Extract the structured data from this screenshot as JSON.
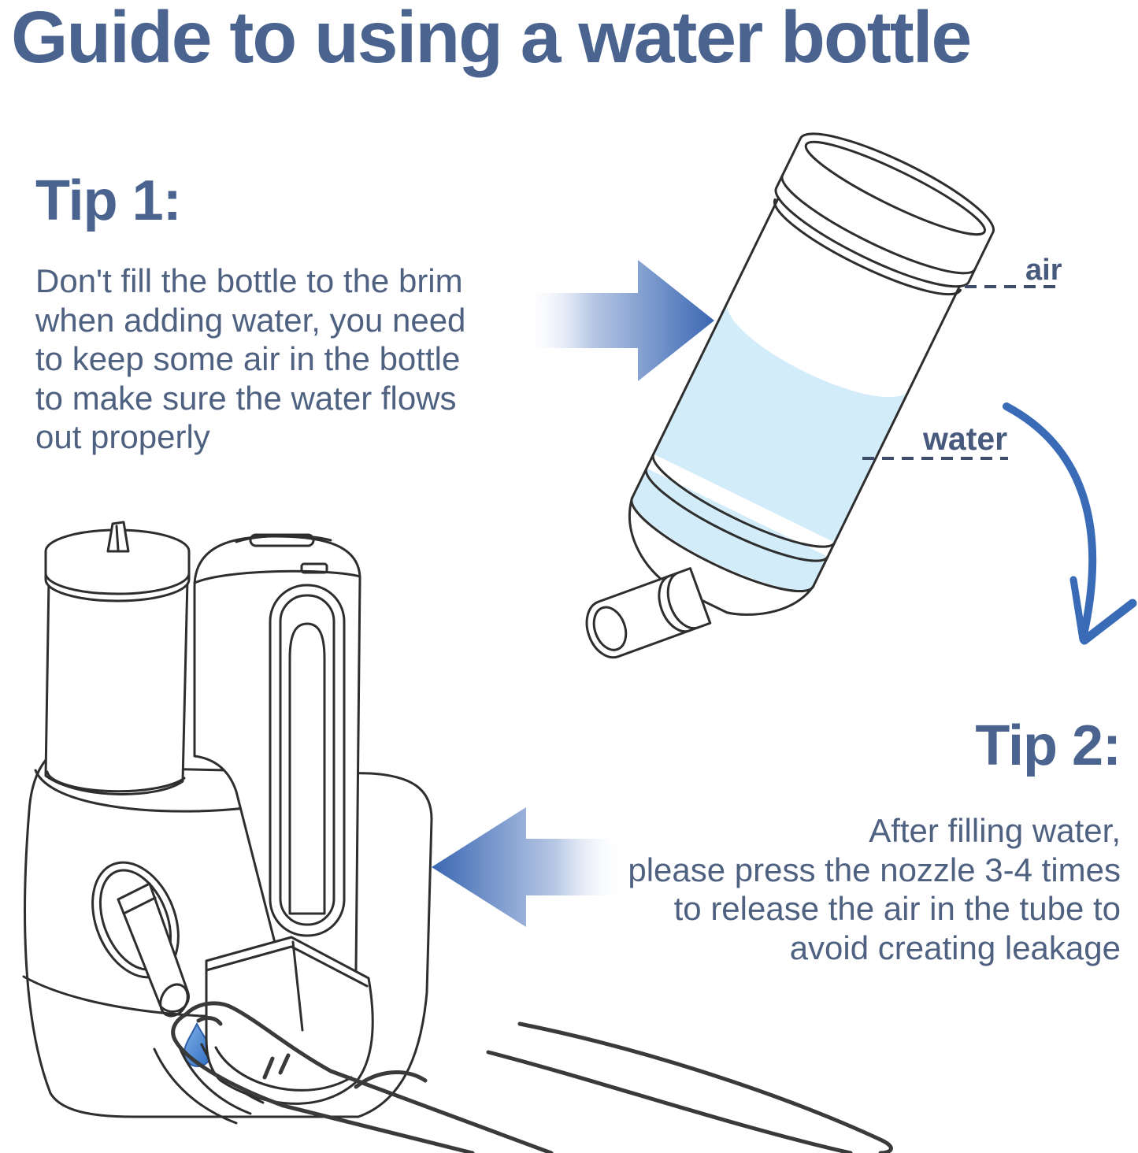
{
  "page": {
    "title": "Guide to using a water bottle"
  },
  "tips": {
    "tip1": {
      "heading": "Tip 1:",
      "body": "Don't fill the bottle to the brim\nwhen adding water, you need\nto keep some air in the bottle\nto make sure the water flows\nout properly"
    },
    "tip2": {
      "heading": "Tip 2:",
      "body": "After filling water,\nplease press the nozzle 3-4 times\nto release the air in the tube to\navoid creating leakage"
    }
  },
  "bottle_diagram": {
    "labels": {
      "air": "air",
      "water": "water"
    }
  },
  "icons": [
    "right-arrow-icon",
    "left-arrow-icon",
    "curved-arrow-icon",
    "water-drop-icon",
    "bottle-illustration",
    "dispenser-illustration",
    "hand-illustration"
  ],
  "colors": {
    "heading": "#4a648f",
    "body": "#4f6181",
    "label": "#47597c",
    "arrow_blue": "#3a67b2",
    "curved": "#3a6bb7",
    "water": "#d3ecfa",
    "drop": "#4a8fd8",
    "line": "#2e2e2e",
    "dash": "#3f4d6b",
    "bg": "#ffffff"
  }
}
